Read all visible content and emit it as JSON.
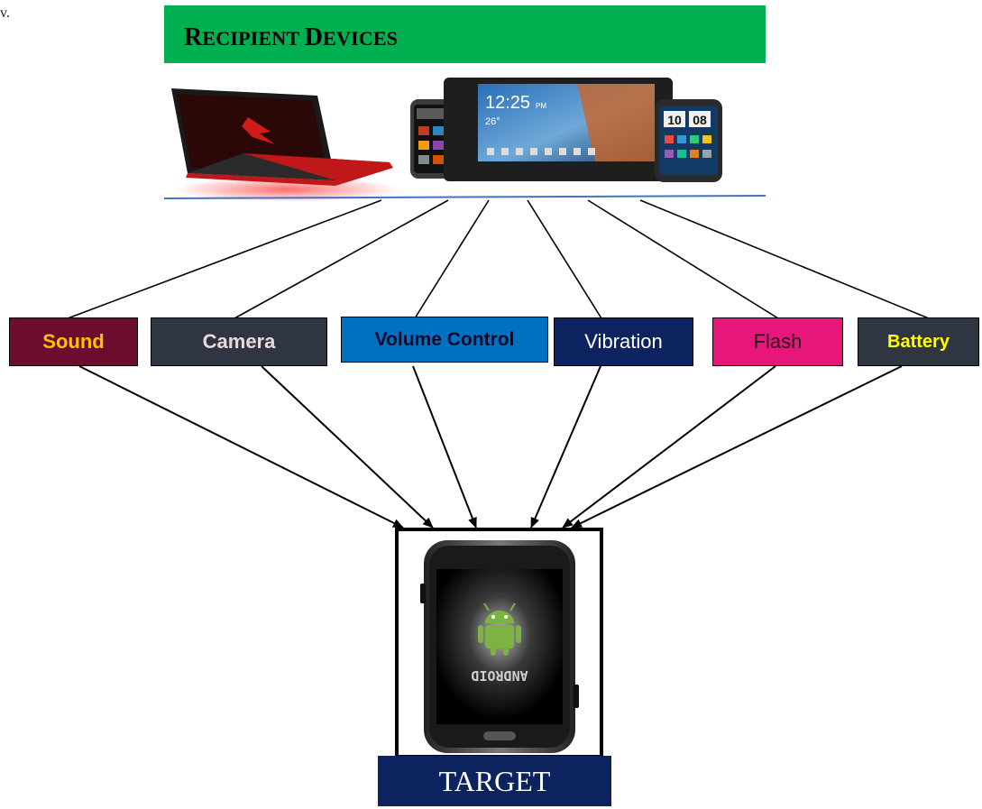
{
  "stray_text": "v.",
  "header": {
    "title_first_initial": "R",
    "title_first_rest": "ECIPIENT",
    "title_second_initial": "D",
    "title_second_rest": "EVICES"
  },
  "devices": [
    {
      "name": "laptop",
      "icon": "laptop-icon"
    },
    {
      "name": "smartphone",
      "icon": "smartphone-icon"
    },
    {
      "name": "tablet",
      "icon": "tablet-icon",
      "screen_time": "12:25",
      "screen_ampm": "PM",
      "screen_temp": "26°"
    },
    {
      "name": "smartphone",
      "icon": "smartphone-icon",
      "clock_hours": "10",
      "clock_minutes": "08"
    }
  ],
  "features": [
    {
      "label": "Sound",
      "bg": "#6b0d2e",
      "color": "#ffc000"
    },
    {
      "label": "Camera",
      "bg": "#2f3541",
      "color": "#e9dada"
    },
    {
      "label": "Volume Control",
      "bg": "#0070c0",
      "color": "#0a0a2a"
    },
    {
      "label": "Vibration",
      "bg": "#0d2360",
      "color": "#ffffff"
    },
    {
      "label": "Flash",
      "bg": "#e6167a",
      "color": "#1a1a1a"
    },
    {
      "label": "Battery",
      "bg": "#2f3541",
      "color": "#ffff00"
    }
  ],
  "target": {
    "label": "TARGET",
    "os_logo_text": "ANDROID",
    "icon": "android-phone-icon"
  },
  "colors": {
    "banner": "#00b050",
    "divider": "#4472c4",
    "target_bg": "#0d2360"
  }
}
